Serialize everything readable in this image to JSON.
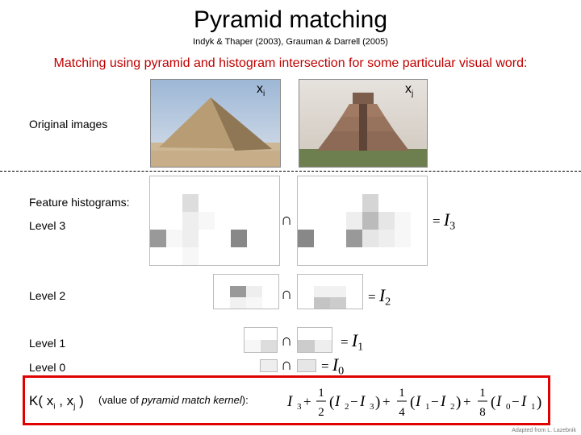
{
  "title": "Pyramid matching",
  "subtitle": "Indyk & Thaper (2003), Grauman & Darrell (2005)",
  "heading": "Matching using pyramid and histogram intersection for some particular visual word:",
  "image_labels": {
    "xi": "x",
    "xi_sub": "i",
    "xj": "x",
    "xj_sub": "j"
  },
  "labels": {
    "original_images": "Original images",
    "feature_histograms": "Feature histograms:",
    "level3": "Level 3",
    "level2": "Level 2",
    "level1": "Level 1",
    "level0": "Level 0"
  },
  "intersection_symbol": "∩",
  "results": {
    "i3": {
      "eq": "= ",
      "var": "I",
      "sub": "3"
    },
    "i2": {
      "eq": "= ",
      "var": "I",
      "sub": "2"
    },
    "i1": {
      "eq": "= ",
      "var": "I",
      "sub": "1"
    },
    "i0": {
      "eq": "= ",
      "var": "I",
      "sub": "0"
    }
  },
  "kernel": {
    "k_label": "K( x",
    "k_i": "i",
    "k_comma": " , x",
    "k_j": "j",
    "k_close": " )",
    "desc_prefix": "(value of ",
    "desc_italic": "pyramid match kernel",
    "desc_suffix": "):",
    "formula": {
      "t1_var": "I",
      "t1_sub": "3",
      "plus1": "+",
      "f1_num": "1",
      "f1_den": "2",
      "p1_open": "(",
      "p1_a": "I",
      "p1_a_sub": "2",
      "p1_minus": "−",
      "p1_b": "I",
      "p1_b_sub": "3",
      "p1_close": ")",
      "plus2": "+",
      "f2_num": "1",
      "f2_den": "4",
      "p2_open": "(",
      "p2_a": "I",
      "p2_a_sub": "1",
      "p2_minus": "−",
      "p2_b": "I",
      "p2_b_sub": "2",
      "p2_close": ")",
      "plus3": "+",
      "f3_num": "1",
      "f3_den": "8",
      "p3_open": "(",
      "p3_a": "I",
      "p3_a_sub": "0",
      "p3_minus": "−",
      "p3_b": "I",
      "p3_b_sub": "1",
      "p3_close": ")"
    }
  },
  "credit": "Adapted from L. Lazebnik",
  "histograms": {
    "level3_a": {
      "cols": 8,
      "rows": 5,
      "values": [
        0,
        0,
        0,
        0,
        0,
        0,
        0,
        0,
        0,
        0,
        0.2,
        0,
        0,
        0,
        0,
        0,
        0,
        0,
        0.1,
        0.05,
        0,
        0,
        0,
        0,
        0.6,
        0.05,
        0.1,
        0,
        0,
        0.7,
        0,
        0,
        0,
        0,
        0.05,
        0,
        0,
        0,
        0,
        0
      ]
    },
    "level3_b": {
      "cols": 8,
      "rows": 5,
      "values": [
        0,
        0,
        0,
        0,
        0,
        0,
        0,
        0,
        0,
        0,
        0,
        0,
        0.25,
        0,
        0,
        0,
        0,
        0,
        0,
        0.1,
        0.4,
        0.15,
        0.05,
        0,
        0.7,
        0,
        0,
        0.6,
        0.15,
        0.1,
        0.05,
        0,
        0,
        0,
        0,
        0,
        0,
        0,
        0,
        0
      ]
    },
    "level2_a": {
      "cols": 4,
      "rows": 3,
      "values": [
        0,
        0,
        0,
        0,
        0,
        0.6,
        0.1,
        0,
        0,
        0.08,
        0.05,
        0
      ]
    },
    "level2_b": {
      "cols": 4,
      "rows": 3,
      "values": [
        0,
        0,
        0,
        0,
        0,
        0.08,
        0.08,
        0,
        0,
        0.35,
        0.3,
        0
      ]
    },
    "level1_a": {
      "cols": 2,
      "rows": 2,
      "values": [
        0,
        0,
        0.05,
        0.2
      ]
    },
    "level1_b": {
      "cols": 2,
      "rows": 2,
      "values": [
        0,
        0,
        0.3,
        0.1
      ]
    },
    "level0_a": {
      "cols": 1,
      "rows": 1,
      "values": [
        0.1
      ]
    },
    "level0_b": {
      "cols": 1,
      "rows": 1,
      "values": [
        0.15
      ]
    }
  }
}
